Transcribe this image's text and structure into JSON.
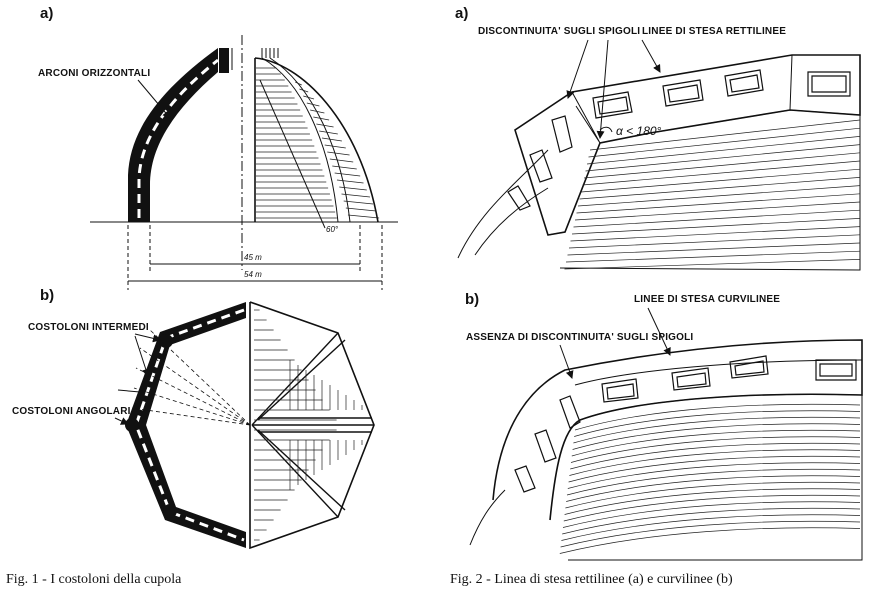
{
  "fig1": {
    "panel_a": "a)",
    "panel_b": "b)",
    "label_arconi": "ARCONI ORIZZONTALI",
    "label_intermedi": "COSTOLONI INTERMEDI",
    "label_angolari": "COSTOLONI ANGOLARI",
    "dim_45": "45 m",
    "dim_54": "54 m",
    "angle_60": "60°",
    "caption": "Fig. 1 - I costoloni della cupola"
  },
  "fig2": {
    "panel_a": "a)",
    "panel_b": "b)",
    "label_discontinuita": "DISCONTINUITA' SUGLI SPIGOLI",
    "label_linee_rett": "LINEE DI STESA RETTILINEE",
    "label_angle": "α < 180°",
    "label_linee_curv": "LINEE DI STESA CURVILINEE",
    "label_assenza": "ASSENZA DI DISCONTINUITA' SUGLI SPIGOLI",
    "caption": "Fig. 2 - Linea di stesa rettilinee (a) e curvilinee (b)"
  }
}
